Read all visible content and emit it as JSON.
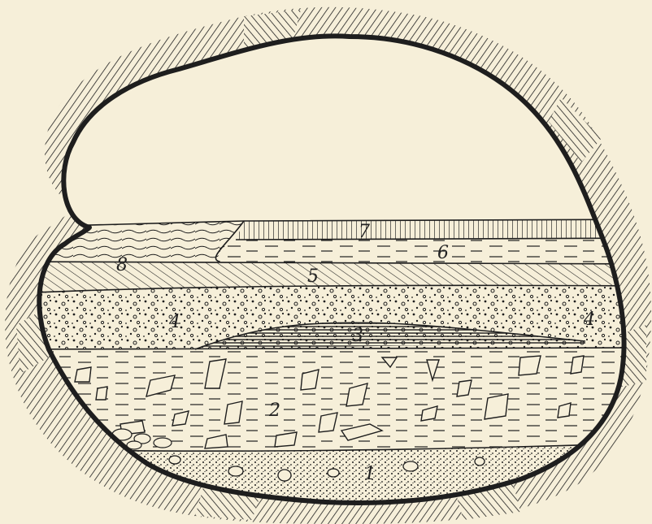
{
  "colors": {
    "paper": "#f6efd9",
    "ink": "#1e1e1e",
    "rock_fill": "#efe6cc"
  },
  "layers": [
    {
      "id": "layer-1",
      "label": "1"
    },
    {
      "id": "layer-2",
      "label": "2"
    },
    {
      "id": "layer-3",
      "label": "3"
    },
    {
      "id": "layer-4",
      "label": "4"
    },
    {
      "id": "layer-4b",
      "label": "4"
    },
    {
      "id": "layer-5",
      "label": "5"
    },
    {
      "id": "layer-6",
      "label": "6"
    },
    {
      "id": "layer-7",
      "label": "7"
    },
    {
      "id": "layer-8",
      "label": "8"
    }
  ]
}
